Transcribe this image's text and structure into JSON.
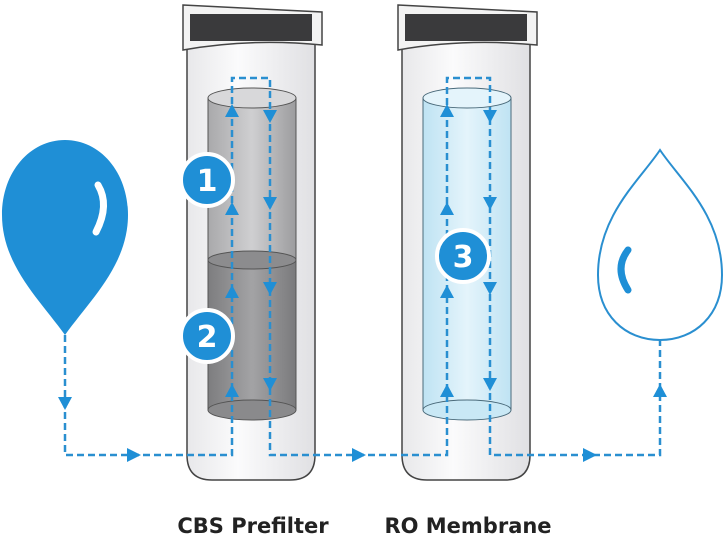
{
  "labels": {
    "prefilter": "CBS Prefilter",
    "membrane": "RO Membrane"
  },
  "stages": [
    "1",
    "2",
    "3"
  ],
  "colors": {
    "water_blue": "#1f8fd6",
    "flow_line": "#2a8fd0",
    "clean_water": "#d6eef8",
    "housing": "#f4f4f6",
    "outline": "#444444"
  }
}
